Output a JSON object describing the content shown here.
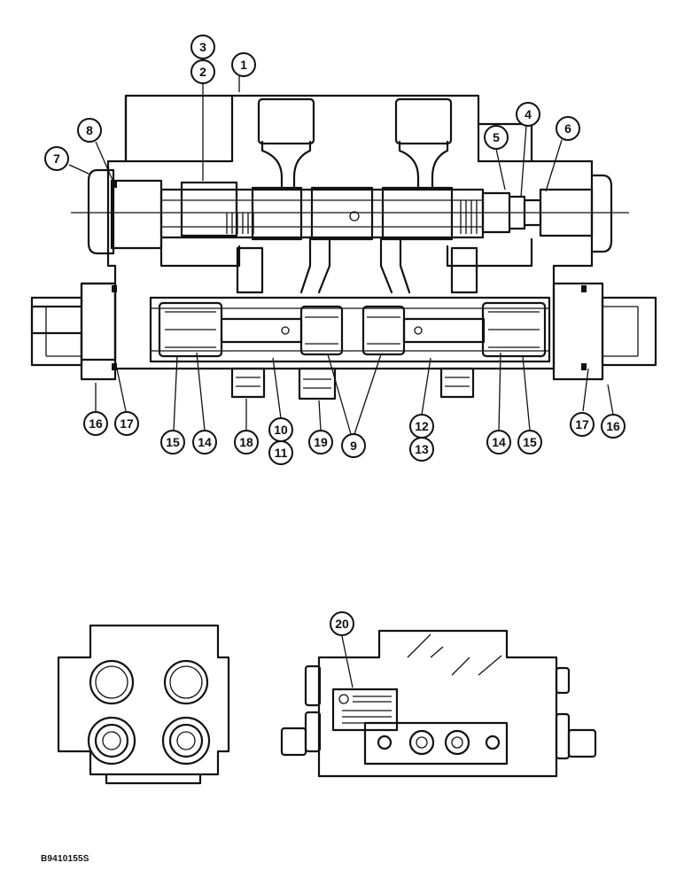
{
  "callouts": {
    "c1": "1",
    "c2": "2",
    "c3": "3",
    "c4": "4",
    "c5": "5",
    "c6": "6",
    "c7": "7",
    "c8": "8",
    "c9": "9",
    "c10": "10",
    "c11": "11",
    "c12": "12",
    "c13": "13",
    "c14a": "14",
    "c14b": "14",
    "c15a": "15",
    "c15b": "15",
    "c16a": "16",
    "c16b": "16",
    "c17a": "17",
    "c17b": "17",
    "c18": "18",
    "c19": "19",
    "c20": "20"
  },
  "figure_code": "B9410155S"
}
